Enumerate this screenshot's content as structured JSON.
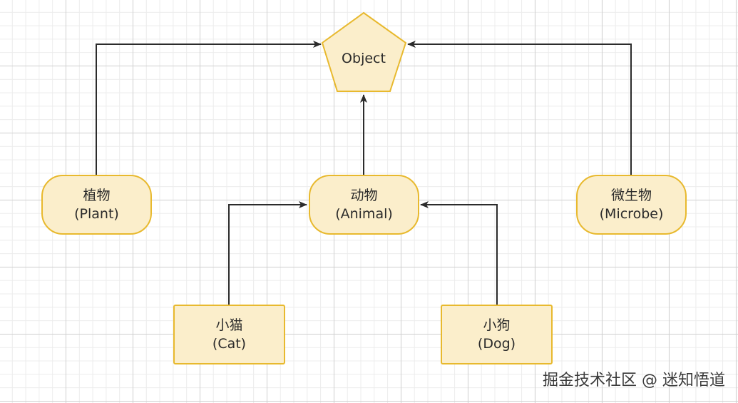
{
  "nodes": {
    "object": {
      "label": "Object"
    },
    "plant": {
      "cn": "植物",
      "en": "(Plant)"
    },
    "animal": {
      "cn": "动物",
      "en": "(Animal)"
    },
    "microbe": {
      "cn": "微生物",
      "en": "(Microbe)"
    },
    "cat": {
      "cn": "小猫",
      "en": "(Cat)"
    },
    "dog": {
      "cn": "小狗",
      "en": "(Dog)"
    }
  },
  "edges": [
    {
      "from": "plant",
      "to": "object"
    },
    {
      "from": "animal",
      "to": "object"
    },
    {
      "from": "microbe",
      "to": "object"
    },
    {
      "from": "cat",
      "to": "animal"
    },
    {
      "from": "dog",
      "to": "animal"
    }
  ],
  "colors": {
    "node_fill": "#fbeecb",
    "node_border": "#e8b92e",
    "edge": "#2b2b2b"
  },
  "watermark": "掘金技术社区 @ 迷知悟道"
}
